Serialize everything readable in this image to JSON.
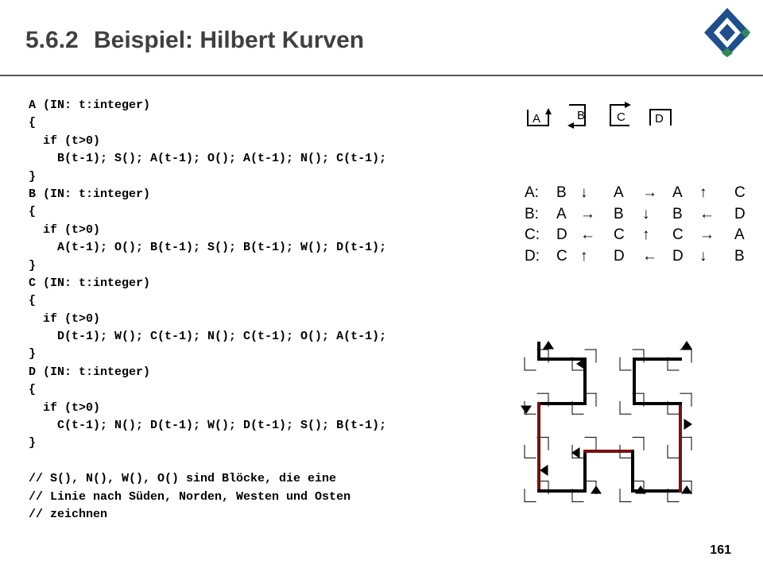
{
  "slide": {
    "number": "5.6.2",
    "title": "Beispiel: Hilbert Kurven",
    "page": "161"
  },
  "code_lines": [
    "A (IN: t:integer)",
    "{",
    "  if (t>0)",
    "    B(t-1); S(); A(t-1); O(); A(t-1); N(); C(t-1);",
    "}",
    "B (IN: t:integer)",
    "{",
    "  if (t>0)",
    "    A(t-1); O(); B(t-1); S(); B(t-1); W(); D(t-1);",
    "}",
    "C (IN: t:integer)",
    "{",
    "  if (t>0)",
    "    D(t-1); W(); C(t-1); N(); C(t-1); O(); A(t-1);",
    "}",
    "D (IN: t:integer)",
    "{",
    "  if (t>0)",
    "    C(t-1); N(); D(t-1); W(); D(t-1); S(); B(t-1);",
    "}",
    "",
    "// S(), N(), W(), O() sind Blöcke, die eine",
    "// Linie nach Süden, Norden, Westen und Osten",
    "// zeichnen"
  ],
  "legend": {
    "labels": [
      "A",
      "B",
      "C",
      "D"
    ]
  },
  "rules": [
    [
      "A:",
      "B",
      "↓",
      "A",
      "→",
      "A",
      "↑",
      "C"
    ],
    [
      "B:",
      "A",
      "→",
      "B",
      "↓",
      "B",
      "←",
      "D"
    ],
    [
      "C:",
      "D",
      "←",
      "C",
      "↑",
      "C",
      "→",
      "A"
    ],
    [
      "D:",
      "C",
      "↑",
      "D",
      "←",
      "D",
      "↓",
      "B"
    ]
  ],
  "colors": {
    "title": "#404040",
    "logo_blue": "#1f4e8c",
    "logo_green": "#2e8b57",
    "connector_red": "#7a1010",
    "curve_black": "#000000"
  }
}
